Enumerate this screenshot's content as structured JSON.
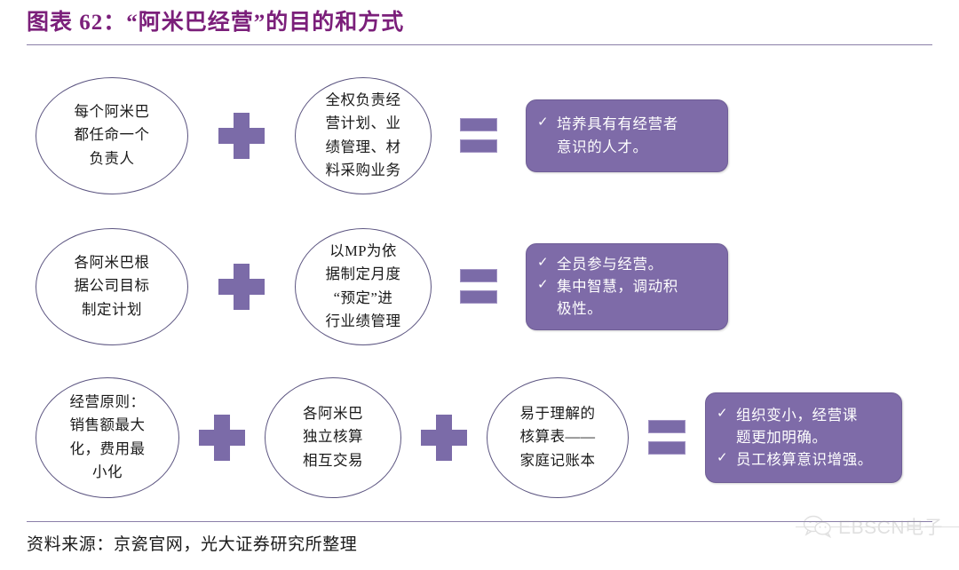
{
  "title": {
    "text": "图表 62：“阿米巴经营”的目的和方式"
  },
  "rows": [
    {
      "id": "row-1",
      "nodes": [
        {
          "type": "ellipse",
          "text": "每个阿米巴\n都任命一个\n负责人"
        },
        {
          "type": "operator",
          "symbol": "plus",
          "name": "plus-operator"
        },
        {
          "type": "ellipse",
          "text": "全权负责经\n营计划、业\n绩管理、材\n料采购业务"
        },
        {
          "type": "operator",
          "symbol": "equals",
          "name": "equals-operator"
        },
        {
          "type": "result",
          "bullets": [
            {
              "check": "✓",
              "text": "培养具有有经营者\n意识的人才。"
            }
          ]
        }
      ]
    },
    {
      "id": "row-2",
      "nodes": [
        {
          "type": "ellipse",
          "text": "各阿米巴根\n据公司目标\n制定计划"
        },
        {
          "type": "operator",
          "symbol": "plus",
          "name": "plus-operator"
        },
        {
          "type": "ellipse",
          "text": "以MP为依\n据制定月度\n“预定”进\n行业绩管理"
        },
        {
          "type": "operator",
          "symbol": "equals",
          "name": "equals-operator"
        },
        {
          "type": "result",
          "bullets": [
            {
              "check": "✓",
              "text": "全员参与经营。"
            },
            {
              "check": "✓",
              "text": "集中智慧，调动积\n极性。"
            }
          ]
        }
      ]
    },
    {
      "id": "row-3",
      "nodes": [
        {
          "type": "ellipse",
          "text": "经营原则：\n销售额最大\n化，费用最\n小化"
        },
        {
          "type": "operator",
          "symbol": "plus",
          "name": "plus-operator"
        },
        {
          "type": "ellipse",
          "text": "各阿米巴\n独立核算\n相互交易"
        },
        {
          "type": "operator",
          "symbol": "plus",
          "name": "plus-operator"
        },
        {
          "type": "ellipse",
          "text": "易于理解的\n核算表——\n家庭记账本"
        },
        {
          "type": "operator",
          "symbol": "equals",
          "name": "equals-operator"
        },
        {
          "type": "result",
          "bullets": [
            {
              "check": "✓",
              "text": "组织变小，经营课\n题更加明确。"
            },
            {
              "check": "✓",
              "text": "员工核算意识增强。"
            }
          ]
        }
      ]
    }
  ],
  "footer": {
    "source": "资料来源：京瓷官网，光大证券研究所整理"
  },
  "watermark": {
    "label": "EBSCN电子",
    "icon": "wechat-icon"
  },
  "colors": {
    "title_purple": "#7B1F7A",
    "accent_purple": "#7B6BA8",
    "result_box_fill": "#7E6BA8",
    "ellipse_stroke": "#5b5480",
    "rule": "#8a7fa8"
  }
}
